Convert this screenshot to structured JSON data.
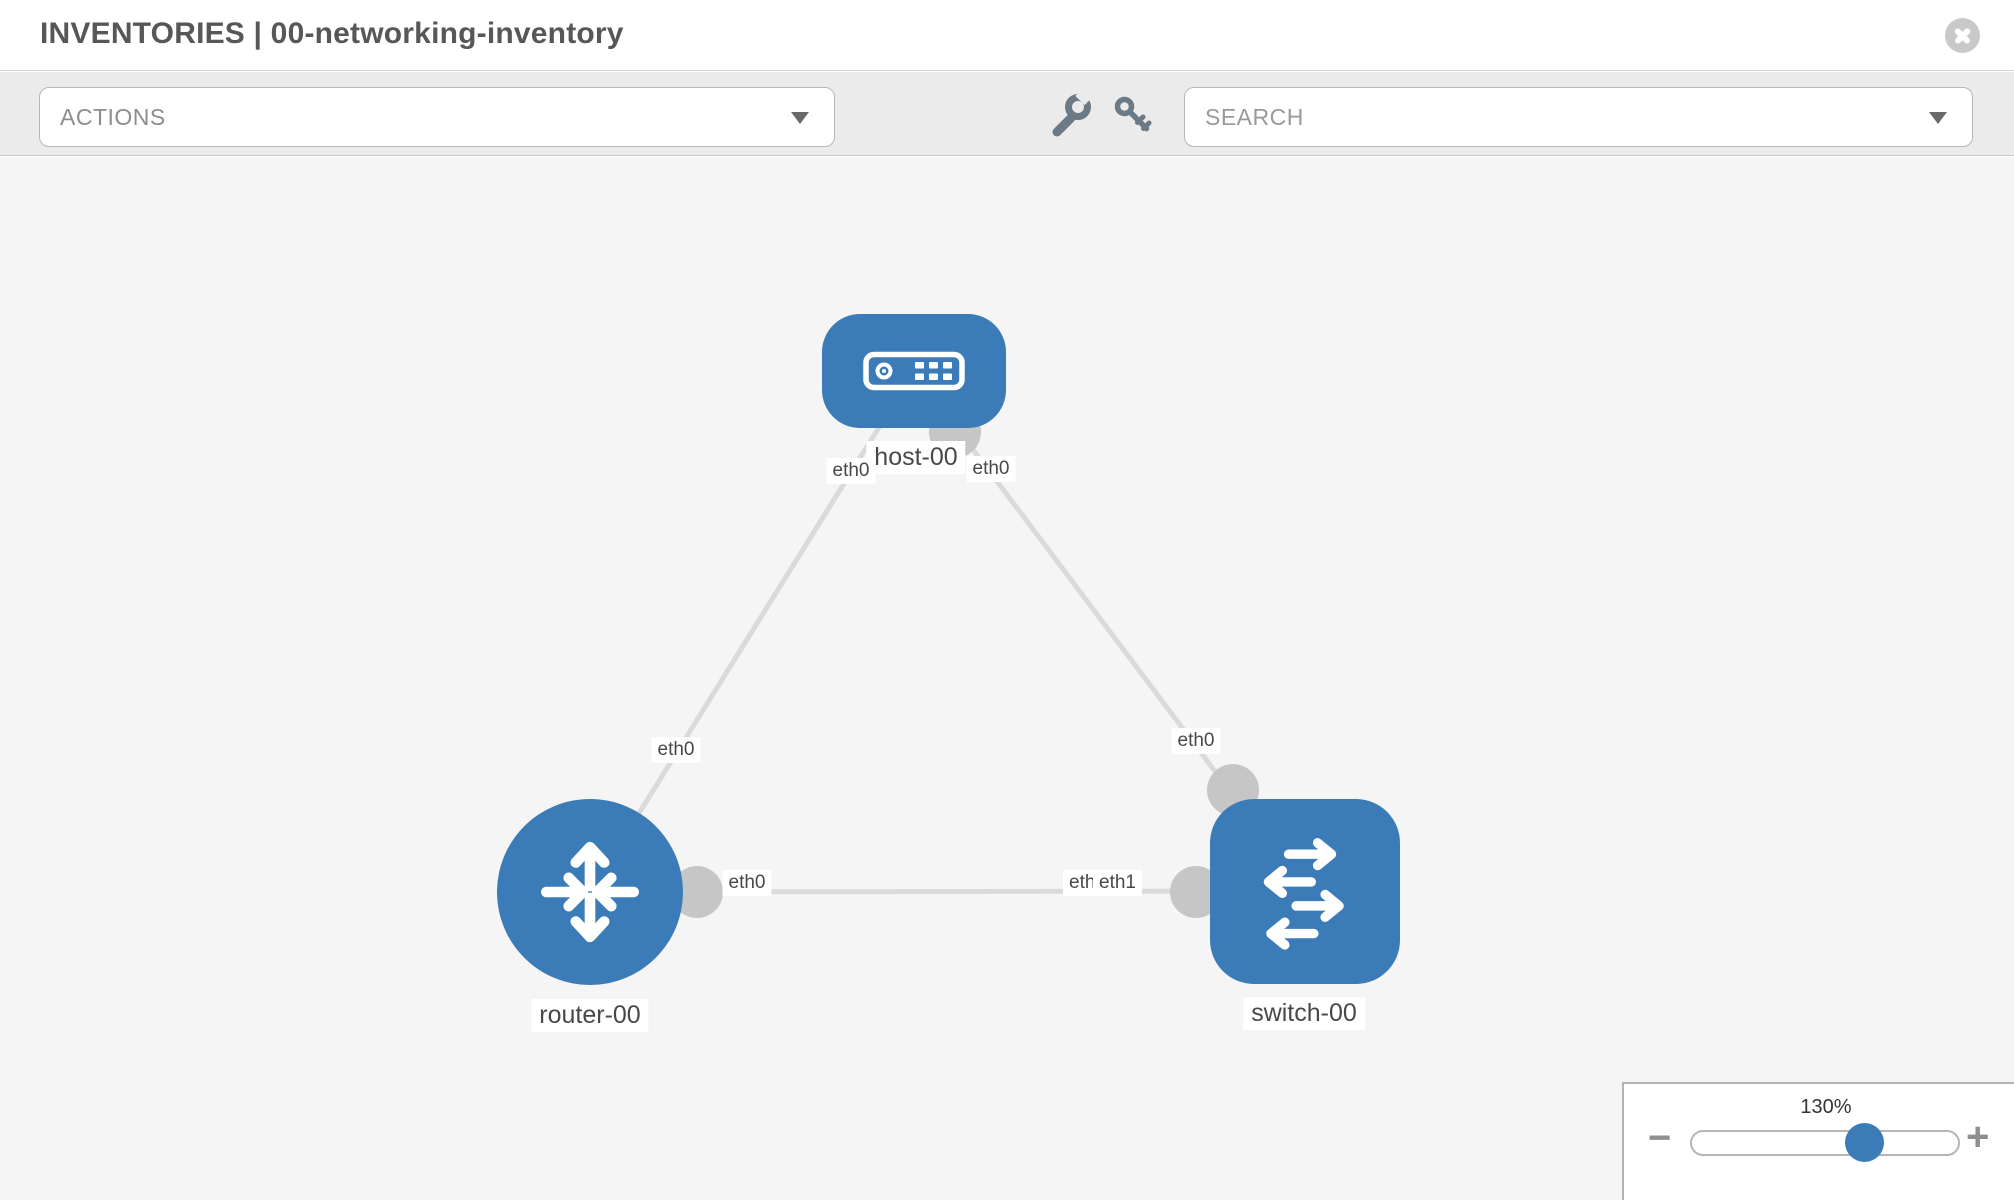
{
  "header": {
    "title": "INVENTORIES | 00-networking-inventory"
  },
  "toolbar": {
    "actions_label": "ACTIONS",
    "search_placeholder": "SEARCH",
    "icons": [
      "wrench-icon",
      "key-icon"
    ]
  },
  "canvas": {
    "nodes": [
      {
        "label": "host-00",
        "type": "host",
        "shape": "rounded-rect"
      },
      {
        "label": "router-00",
        "type": "router",
        "shape": "circle"
      },
      {
        "label": "switch-00",
        "type": "switch",
        "shape": "rounded-square"
      }
    ],
    "links": [
      {
        "from": "host-00",
        "to": "router-00",
        "from_if": "eth0",
        "to_if": "eth0"
      },
      {
        "from": "host-00",
        "to": "switch-00",
        "from_if": "eth0",
        "to_if": "eth0"
      },
      {
        "from": "router-00",
        "to": "switch-00",
        "from_if": "eth0",
        "to_if": "eth1"
      }
    ],
    "interface_chips": {
      "host_left": "eth0",
      "host_right": "eth0",
      "router_top": "eth0",
      "switch_top": "eth0",
      "mid_left": "eth0",
      "mid_right_under": "eth0",
      "mid_right_over": "eth1"
    }
  },
  "zoom": {
    "value": "130%",
    "minus_glyph": "−",
    "plus_glyph": "+"
  },
  "colors": {
    "node_blue": "#3b7cb8",
    "link_gray": "#dadada",
    "endpoint_gray": "#c6c6c6",
    "canvas_bg": "#f5f5f5",
    "toolbar_bg": "#ebebeb",
    "icon_slate": "#6b7a85"
  }
}
